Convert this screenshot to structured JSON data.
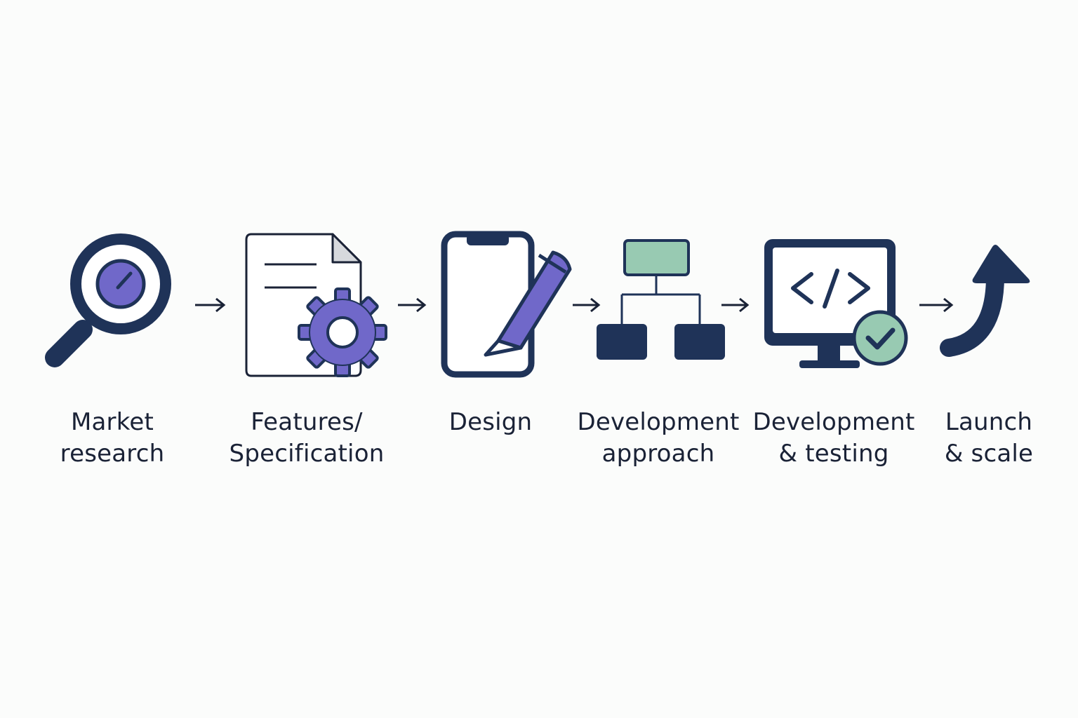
{
  "colors": {
    "navy": "#1f3358",
    "purple": "#7068c9",
    "green": "#98cab2",
    "text": "#1a2236",
    "background": "#fbfcfb"
  },
  "steps": [
    {
      "icon": "magnifier-icon",
      "line1": "Market",
      "line2": "research"
    },
    {
      "icon": "document-gear-icon",
      "line1": "Features/",
      "line2": "Specification"
    },
    {
      "icon": "phone-pencil-icon",
      "line1": "Design",
      "line2": ""
    },
    {
      "icon": "hierarchy-icon",
      "line1": "Development",
      "line2": "approach"
    },
    {
      "icon": "monitor-code-check-icon",
      "line1": "Development",
      "line2": "& testing"
    },
    {
      "icon": "up-arrow-curve-icon",
      "line1": "Launch",
      "line2": "& scale"
    }
  ]
}
